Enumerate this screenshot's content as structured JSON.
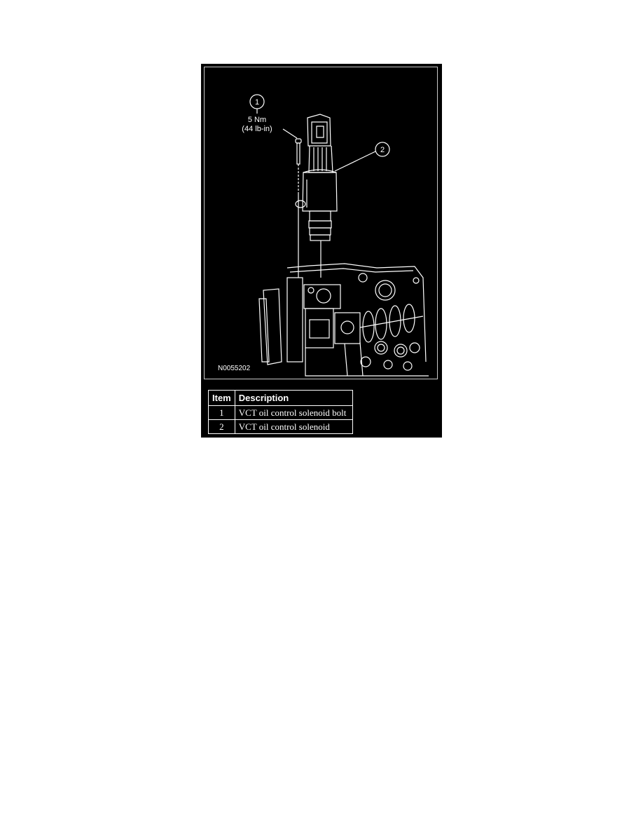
{
  "figure": {
    "figure_id": "N0055202",
    "callouts": [
      {
        "number": "1",
        "torque_line1": "5 Nm",
        "torque_line2": "(44 lb-in)"
      },
      {
        "number": "2"
      }
    ]
  },
  "table": {
    "headers": {
      "item": "Item",
      "description": "Description"
    },
    "rows": [
      {
        "item": "1",
        "description": "VCT oil control solenoid bolt"
      },
      {
        "item": "2",
        "description": "VCT oil control solenoid"
      }
    ]
  },
  "colors": {
    "panel_background": "#000000",
    "line_art": "#ffffff",
    "frame_border": "#c8c8c8"
  }
}
